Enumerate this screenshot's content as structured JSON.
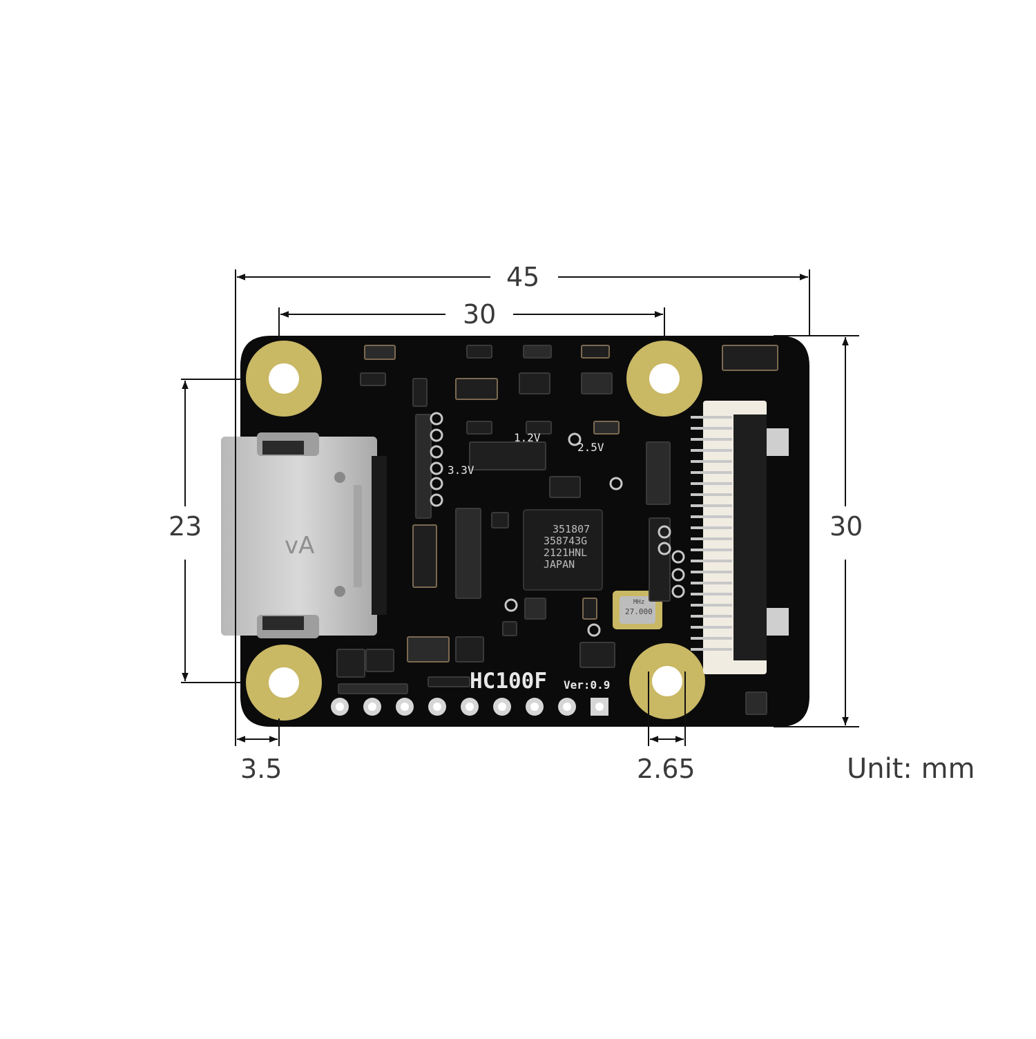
{
  "dimensions": {
    "overall_width": "45",
    "hole_spacing_width": "30",
    "hole_spacing_height": "23",
    "overall_height": "30",
    "hole_edge_offset": "3.5",
    "hole_diameter": "2.65"
  },
  "unit_note": "Unit: mm",
  "board": {
    "model": "HC100F",
    "version": "Ver:0.9",
    "rail_labels": [
      "1.2V",
      "2.5V",
      "3.3V"
    ],
    "connector_mark": "vA",
    "chip_marking": [
      "351807",
      "358743G",
      "2121HNL",
      "JAPAN"
    ],
    "crystal_marking": [
      "MHz",
      "27.000"
    ],
    "pcb_color": "#0b0b0b",
    "pad_color": "#c9b864",
    "connector_color": "#f1ece2"
  }
}
